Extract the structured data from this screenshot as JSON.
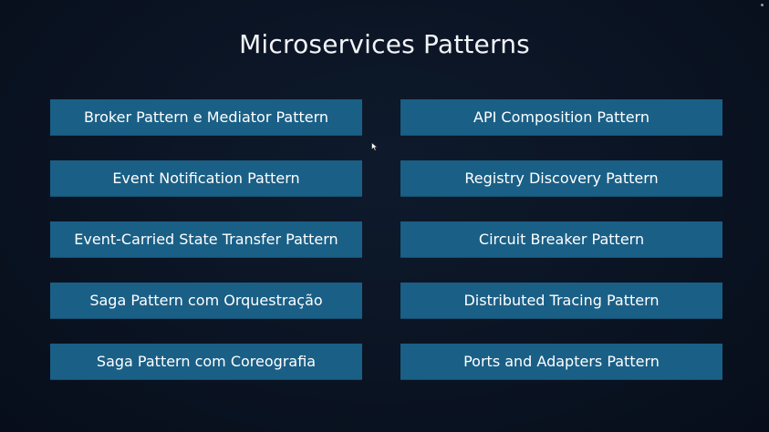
{
  "slide": {
    "title": "Microservices Patterns",
    "left_column": [
      "Broker Pattern e Mediator Pattern",
      "Event Notification Pattern",
      "Event-Carried State Transfer Pattern",
      "Saga Pattern com Orquestração",
      "Saga Pattern com Coreografia"
    ],
    "right_column": [
      "API Composition Pattern",
      "Registry Discovery Pattern",
      "Circuit Breaker Pattern",
      "Distributed Tracing Pattern",
      "Ports and Adapters Pattern"
    ]
  },
  "colors": {
    "background": "#0a1322",
    "card": "#1a5f86",
    "text": "#ffffff"
  },
  "icons": {
    "cursor": "mouse-pointer-icon"
  }
}
